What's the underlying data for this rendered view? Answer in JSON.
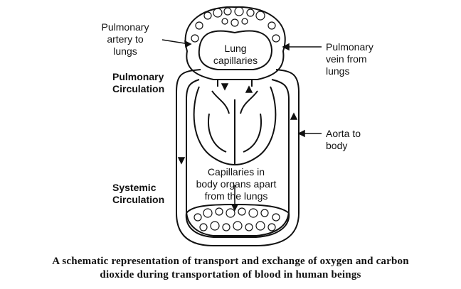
{
  "labels": {
    "pulmonary_artery": "Pulmonary\nartery to\nlungs",
    "lung_capillaries": "Lung\ncapillaries",
    "pulmonary_vein": "Pulmonary\nvein from\nlungs",
    "pulmonary_circulation": "Pulmonary\nCirculation",
    "aorta": "Aorta to\nbody",
    "body_capillaries": "Capillaries in\nbody organs apart\nfrom the lungs",
    "systemic_circulation": "Systemic\nCirculation"
  },
  "caption": {
    "line1": "A schematic representation of transport and exchange of oxygen and carbon",
    "line2": "dioxide during transportation of blood in human beings"
  }
}
